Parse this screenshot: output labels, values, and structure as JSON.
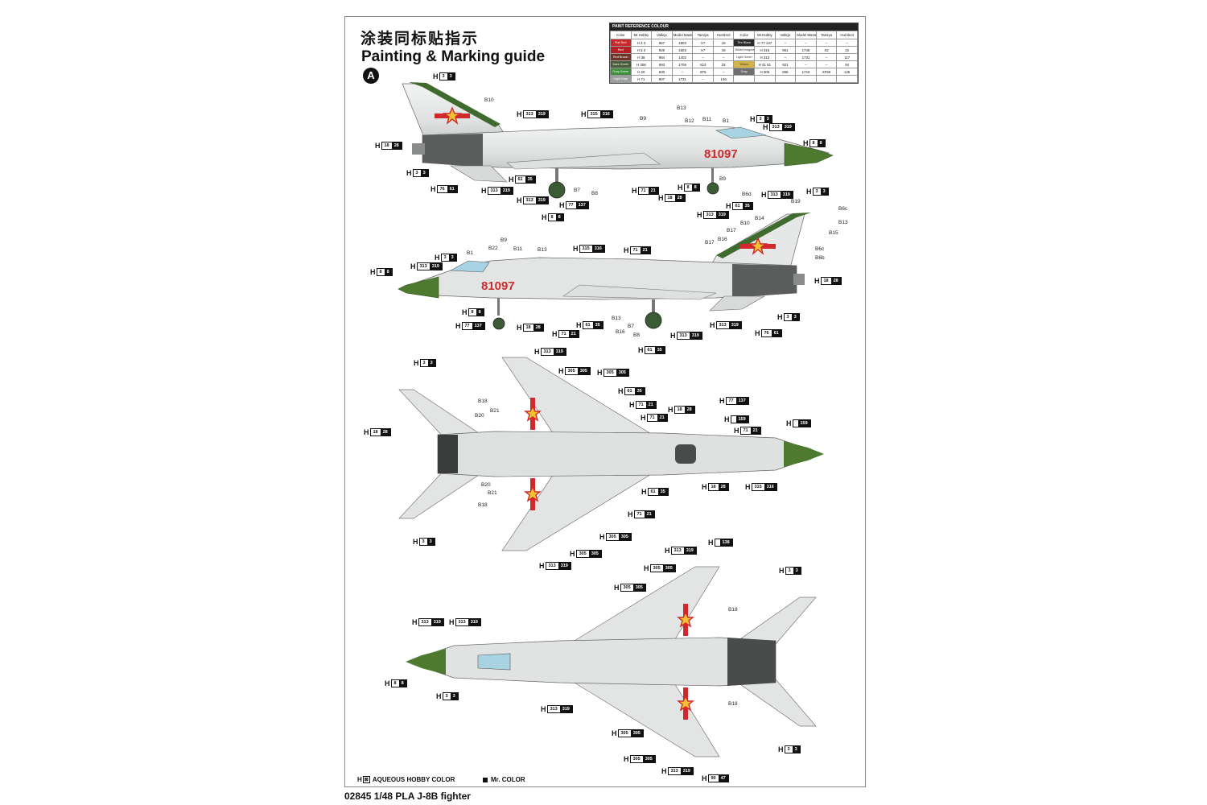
{
  "title_cn": "涂装同标贴指示",
  "title_en": "Painting & Marking guide",
  "scheme_letter": "A",
  "reference_table": {
    "heading": "PAINT REFERENCE COLOUR",
    "columns": [
      "Color",
      "Mr.Hobby",
      "Vallejo",
      "Model Master",
      "Tamiya",
      "Humbrol"
    ],
    "left_rows": [
      {
        "name": "Flat Red",
        "code": "H 3 3",
        "vallejo": "957",
        "mm": "1503",
        "tamiya": "X7",
        "humbrol": "19",
        "color": "#c9282d"
      },
      {
        "name": "Red",
        "code": "H 3 3",
        "vallejo": "926",
        "mm": "1503",
        "tamiya": "X7",
        "humbrol": "19",
        "color": "#b81f24"
      },
      {
        "name": "Red Brown",
        "code": "H 38",
        "vallejo": "984",
        "mm": "1402",
        "tamiya": "--",
        "humbrol": "--",
        "color": "#6e3324"
      },
      {
        "name": "Dark Green",
        "code": "H 308",
        "vallejo": "893",
        "mm": "1706",
        "tamiya": "X13",
        "humbrol": "33",
        "color": "#4a5b3a"
      },
      {
        "name": "Gray Green",
        "code": "H 20",
        "vallejo": "830",
        "mm": "--",
        "tamiya": "XF5",
        "humbrol": "--",
        "color": "#3f8f3c"
      },
      {
        "name": "Light Gray",
        "code": "H 71",
        "vallejo": "907",
        "mm": "1731",
        "tamiya": "--",
        "humbrol": "146",
        "color": "#9b9f9d"
      }
    ],
    "right_rows": [
      {
        "name": "Tire Black",
        "code": "H 77 137",
        "vallejo": "--",
        "mm": "--",
        "tamiya": "--",
        "humbrol": "--",
        "color": "#2b2b2b"
      },
      {
        "name": "White Insignia",
        "code": "H 316",
        "vallejo": "951",
        "mm": "1745",
        "tamiya": "X2",
        "humbrol": "22",
        "color": "#ffffff"
      },
      {
        "name": "Light Green",
        "code": "H 313",
        "vallejo": "--",
        "mm": "1731",
        "tamiya": "--",
        "humbrol": "117",
        "color": "#ffffff"
      },
      {
        "name": "Yellow",
        "code": "H 31 81",
        "vallejo": "921",
        "mm": "--",
        "tamiya": "--",
        "humbrol": "94",
        "color": "#d3b44b"
      },
      {
        "name": "Gray",
        "code": "H 305",
        "vallejo": "866",
        "mm": "1723",
        "tamiya": "XF66",
        "humbrol": "125",
        "color": "#6f706e"
      },
      {
        "name": "",
        "code": "",
        "vallejo": "",
        "mm": "",
        "tamiya": "",
        "humbrol": "",
        "color": "#ffffff"
      }
    ]
  },
  "serial": "81097",
  "callouts": {
    "h3": {
      "prefix": "H",
      "a": "3",
      "b": "3"
    },
    "h8": {
      "prefix": "H",
      "a": "8",
      "b": "8"
    },
    "h18": {
      "prefix": "H",
      "a": "18",
      "b": "28"
    },
    "h76": {
      "prefix": "H",
      "a": "76",
      "b": "61"
    },
    "h61": {
      "prefix": "H",
      "a": "61",
      "b": "35"
    },
    "h71": {
      "prefix": "H",
      "a": "71",
      "b": "21"
    },
    "h77": {
      "prefix": "H",
      "a": "77",
      "b": "137"
    },
    "h313": {
      "prefix": "H",
      "a": "313",
      "b": "319"
    },
    "h315": {
      "prefix": "H",
      "a": "315",
      "b": "316"
    },
    "h305": {
      "prefix": "H",
      "a": "305",
      "b": "305"
    },
    "h159": {
      "prefix": "H",
      "a": "",
      "b": "159"
    },
    "h138": {
      "prefix": "H",
      "a": "",
      "b": "138"
    },
    "h90": {
      "prefix": "H",
      "a": "90",
      "b": "47"
    }
  },
  "labels": {
    "b1": "B1",
    "b6b": "B6b",
    "b6c": "B6c",
    "b6d": "B6d",
    "b7": "B7",
    "b8": "B8",
    "b9": "B9",
    "b10": "B10",
    "b11": "B11",
    "b12": "B12",
    "b13": "B13",
    "b14": "B14",
    "b15": "B15",
    "b16": "B16",
    "b17": "B17",
    "b18": "B18",
    "b19": "B19",
    "b20": "B20",
    "b21": "B21",
    "b22": "B22"
  },
  "legend": {
    "aqueous": "AQUEOUS HOBBY COLOR",
    "aqueous_mark": "H",
    "mr_color": "Mr. COLOR"
  },
  "footer": {
    "product": "02845 1/48  PLA J-8B fighter"
  }
}
